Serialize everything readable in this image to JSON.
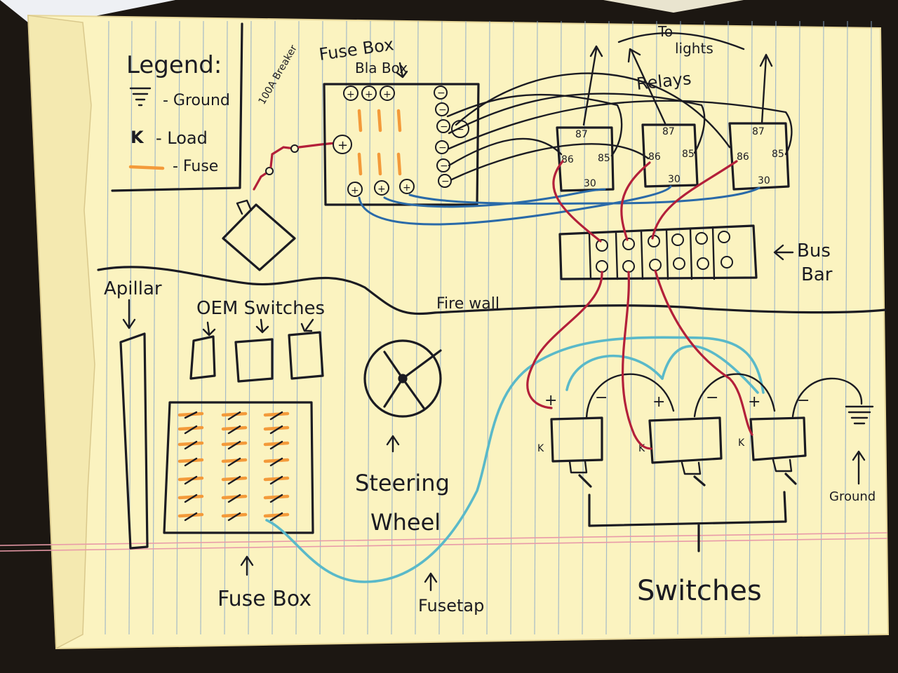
{
  "colors": {
    "paper": "#fbf3c0",
    "ink": "#1b1b22",
    "red_wire": "#b3203a",
    "blue_wire": "#2a6aa8",
    "teal_wire": "#5ab9c9",
    "fuse_orange": "#f39a3a",
    "rule_blue": "#8aa9c9",
    "margin_pink": "#e89aa8"
  },
  "legend": {
    "title": "Legend:",
    "ground": "- Ground",
    "load": "- Load",
    "fuse": "- Fuse"
  },
  "labels": {
    "fuse_box_top": "Fuse Box",
    "bla_box": "Bla Box",
    "breaker": "100A Breaker",
    "to": "To",
    "lights": "lights",
    "relays": "Relays",
    "bus": "Bus",
    "bar": "Bar",
    "a_pillar": "Apillar",
    "oem_switches": "OEM Switches",
    "firewall": "Fire wall",
    "steering": "Steering",
    "wheel": "Wheel",
    "fuse_box_bottom": "Fuse Box",
    "fusetap": "Fusetap",
    "switches": "Switches",
    "ground": "Ground"
  },
  "relays": [
    {
      "p87": "87",
      "p86": "86",
      "p85": "85",
      "p30": "30"
    },
    {
      "p87": "87",
      "p86": "86",
      "p85": "85",
      "p30": "30"
    },
    {
      "p87": "87",
      "p86": "86",
      "p85": "85",
      "p30": "30"
    }
  ],
  "symbols": {
    "plus": "+",
    "minus": "−",
    "load": "K"
  }
}
